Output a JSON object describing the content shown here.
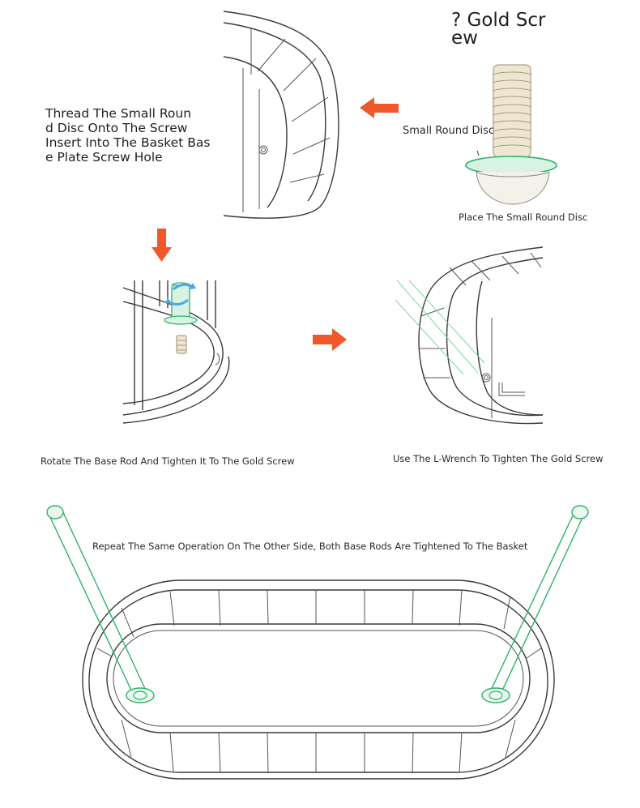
{
  "colors": {
    "arrow": "#f0582a",
    "highlight": "#2db36a",
    "line": "#3a3a3a",
    "screw": "#d8c7a5",
    "twist": "#4aa8e8"
  },
  "steps": {
    "gold_screw_title": "? Gold Scr\new",
    "small_round_disc_label": "Small Round Disc",
    "place_disc_caption": "Place The Small Round Disc",
    "thread_instruction": "Thread The Small Roun\nd Disc Onto The Screw\nInsert Into The Basket Bas\ne Plate Screw Hole",
    "rotate_caption": "Rotate The Base Rod And Tighten It To The Gold Screw",
    "wrench_caption": "Use The L-Wrench To Tighten The Gold Screw",
    "repeat_caption": "Repeat The Same Operation On The Other Side, Both Base Rods Are Tightened To The Basket"
  },
  "icons": {
    "arrow_left": "arrow-left-icon",
    "arrow_down": "arrow-down-icon",
    "arrow_right": "arrow-right-icon"
  }
}
